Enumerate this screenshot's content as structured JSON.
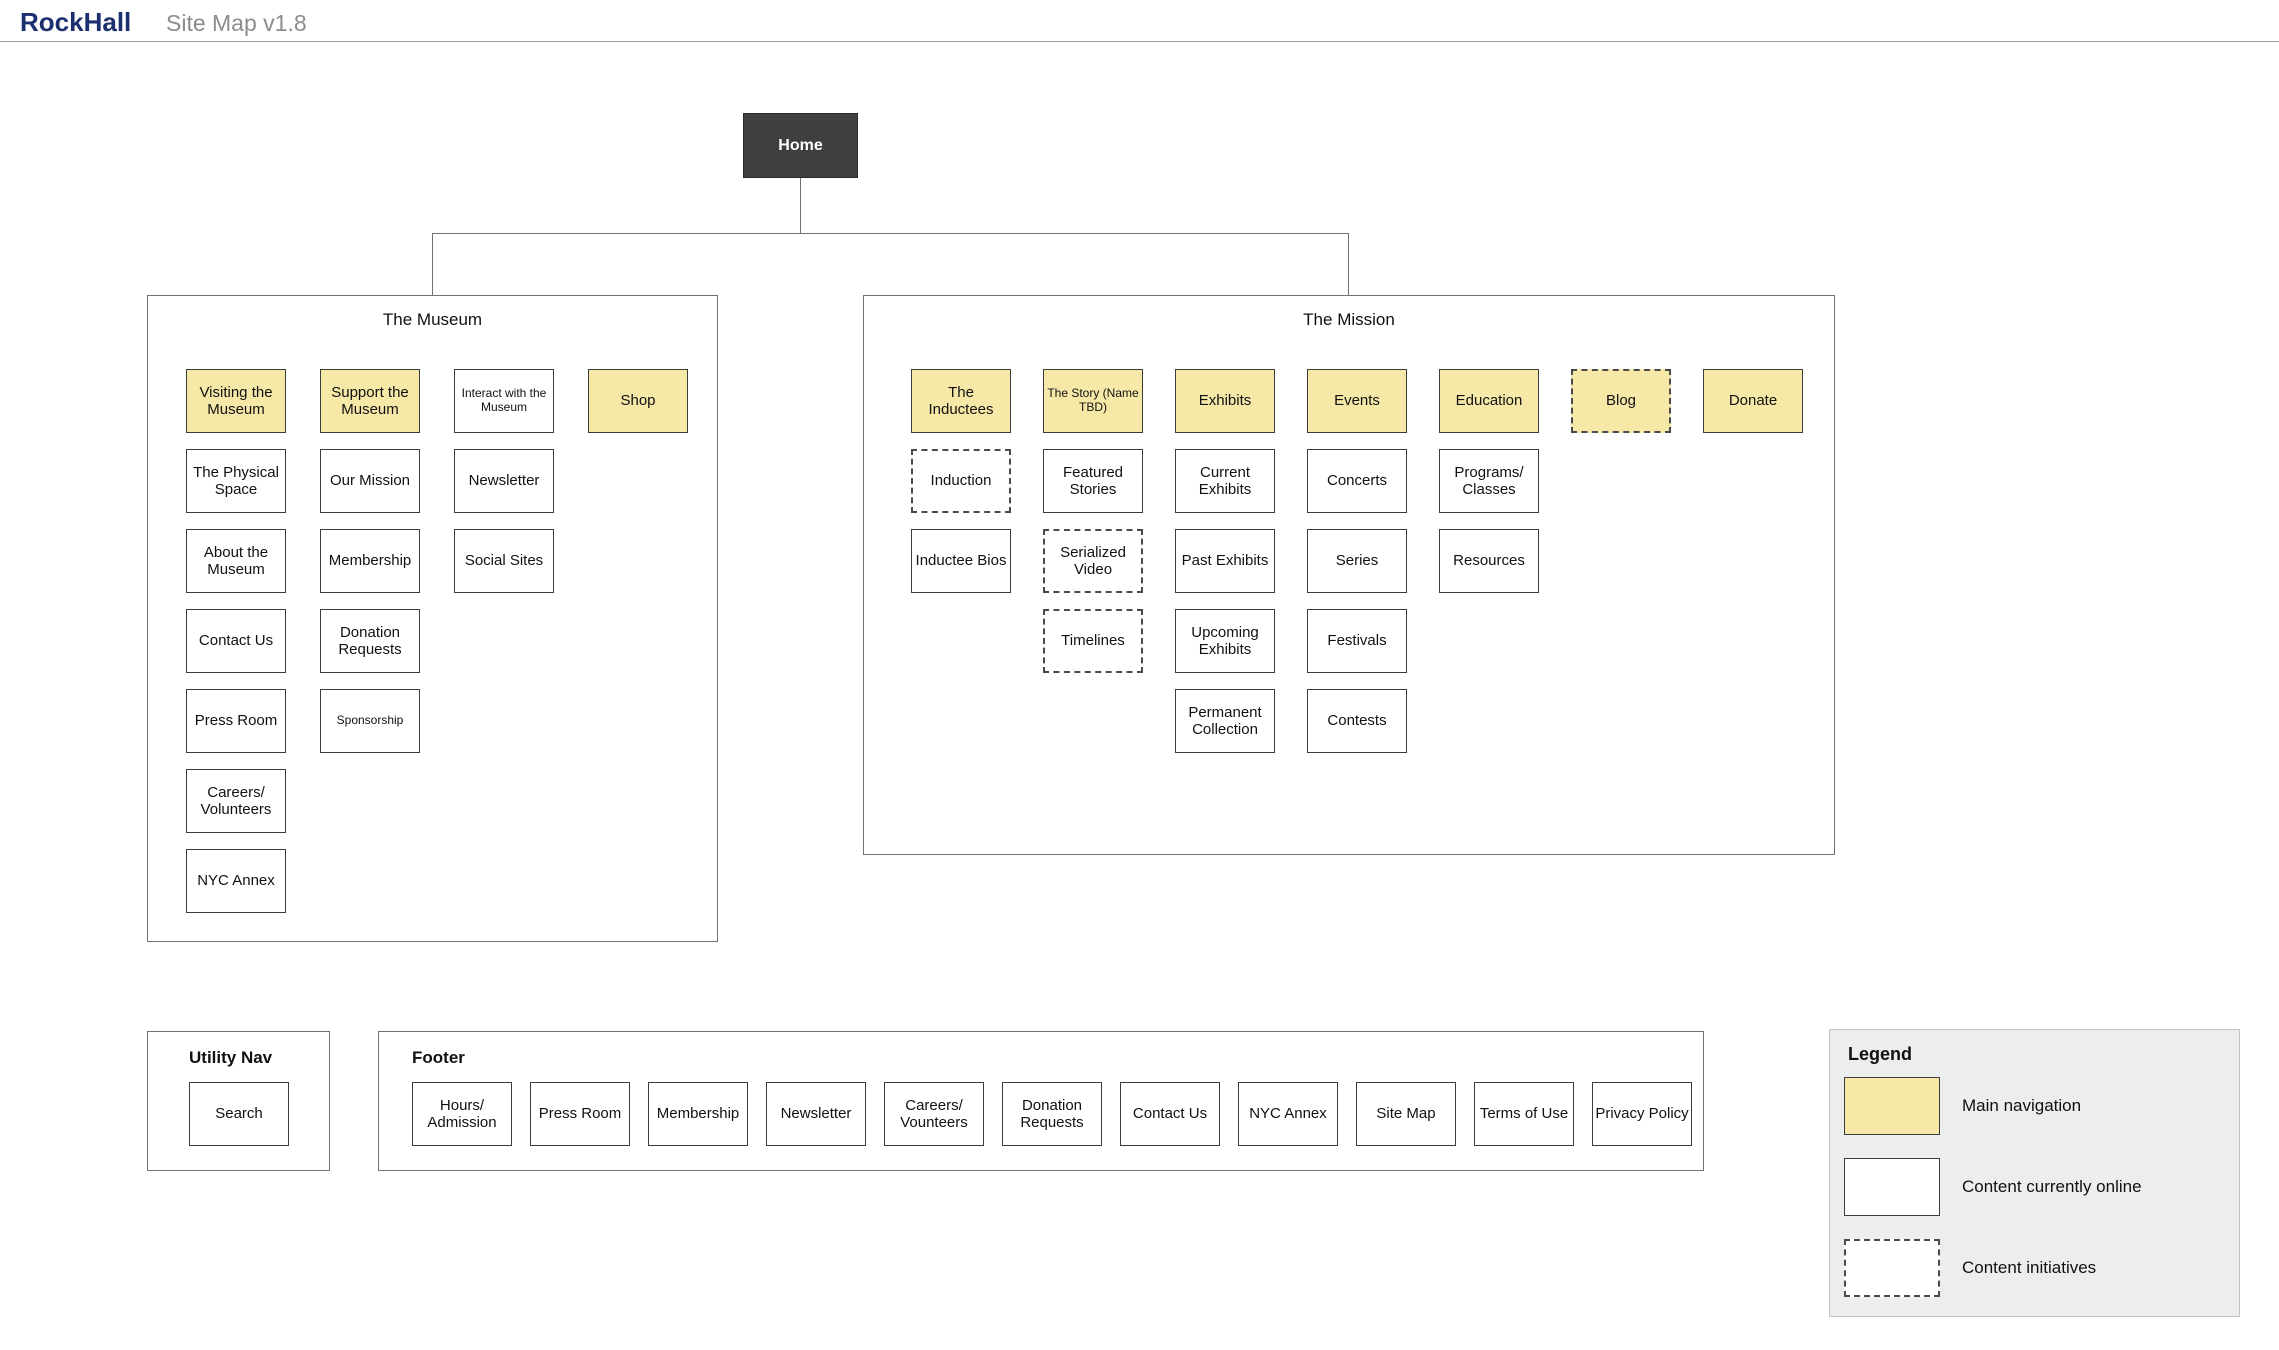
{
  "header": {
    "brand": "RockHall",
    "title": "Site Map v1.8"
  },
  "colors": {
    "main_nav": "#f6e8a6",
    "content_online": "#ffffff",
    "home_bg": "#3f3f3f",
    "brand_blue": "#1c2f6e",
    "legend_bg": "#ededed"
  },
  "home": {
    "label": "Home"
  },
  "sections": [
    {
      "id": "museum",
      "title": "The Museum",
      "columns": [
        [
          {
            "label": "Visiting the Museum",
            "type": "main"
          },
          {
            "label": "The Physical Space",
            "type": "online"
          },
          {
            "label": "About the Museum",
            "type": "online"
          },
          {
            "label": "Contact Us",
            "type": "online"
          },
          {
            "label": "Press Room",
            "type": "online"
          },
          {
            "label": "Careers/ Volunteers",
            "type": "online"
          },
          {
            "label": "NYC Annex",
            "type": "online"
          }
        ],
        [
          {
            "label": "Support the Museum",
            "type": "main"
          },
          {
            "label": "Our Mission",
            "type": "online"
          },
          {
            "label": "Membership",
            "type": "online"
          },
          {
            "label": "Donation Requests",
            "type": "online"
          },
          {
            "label": "Sponsorship",
            "type": "online",
            "small": true
          }
        ],
        [
          {
            "label": "Interact with the Museum",
            "type": "online",
            "small": true
          },
          {
            "label": "Newsletter",
            "type": "online"
          },
          {
            "label": "Social Sites",
            "type": "online"
          }
        ],
        [
          {
            "label": "Shop",
            "type": "main"
          }
        ]
      ]
    },
    {
      "id": "mission",
      "title": "The Mission",
      "columns": [
        [
          {
            "label": "The Inductees",
            "type": "main"
          },
          {
            "label": "Induction",
            "type": "initiative"
          },
          {
            "label": "Inductee Bios",
            "type": "online"
          }
        ],
        [
          {
            "label": "The Story (Name TBD)",
            "type": "main",
            "small": true
          },
          {
            "label": "Featured Stories",
            "type": "online"
          },
          {
            "label": "Serialized Video",
            "type": "initiative"
          },
          {
            "label": "Timelines",
            "type": "initiative"
          }
        ],
        [
          {
            "label": "Exhibits",
            "type": "main"
          },
          {
            "label": "Current Exhibits",
            "type": "online"
          },
          {
            "label": "Past Exhibits",
            "type": "online"
          },
          {
            "label": "Upcoming Exhibits",
            "type": "online"
          },
          {
            "label": "Permanent Collection",
            "type": "online"
          }
        ],
        [
          {
            "label": "Events",
            "type": "main"
          },
          {
            "label": "Concerts",
            "type": "online"
          },
          {
            "label": "Series",
            "type": "online"
          },
          {
            "label": "Festivals",
            "type": "online"
          },
          {
            "label": "Contests",
            "type": "online"
          }
        ],
        [
          {
            "label": "Education",
            "type": "main"
          },
          {
            "label": "Programs/ Classes",
            "type": "online"
          },
          {
            "label": "Resources",
            "type": "online"
          }
        ],
        [
          {
            "label": "Blog",
            "type": "main-initiative"
          }
        ],
        [
          {
            "label": "Donate",
            "type": "main"
          }
        ]
      ]
    }
  ],
  "utility_nav": {
    "title": "Utility Nav",
    "items": [
      "Search"
    ]
  },
  "footer": {
    "title": "Footer",
    "items": [
      "Hours/ Admission",
      "Press Room",
      "Membership",
      "Newsletter",
      "Careers/ Vounteers",
      "Donation Requests",
      "Contact Us",
      "NYC Annex",
      "Site Map",
      "Terms of Use",
      "Privacy Policy"
    ]
  },
  "legend": {
    "title": "Legend",
    "items": [
      {
        "swatch": "main",
        "label": "Main navigation"
      },
      {
        "swatch": "online",
        "label": "Content currently online"
      },
      {
        "swatch": "initiative",
        "label": "Content initiatives"
      }
    ]
  }
}
